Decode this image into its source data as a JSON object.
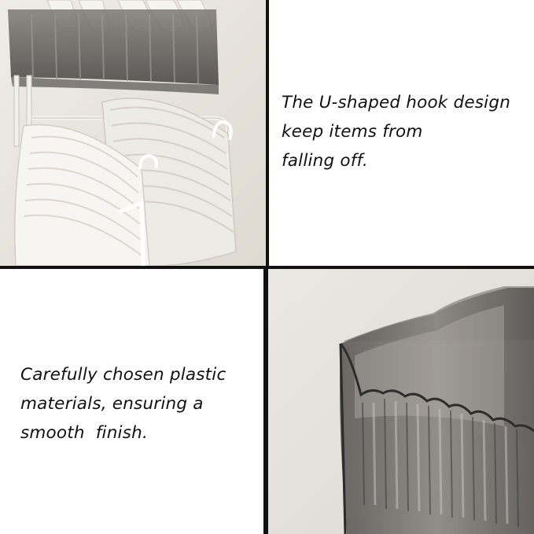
{
  "panels": {
    "top_left": {
      "image": "hanger-storage-photo"
    },
    "top_right": {
      "caption_lines": [
        "The U-shaped hook design",
        "keep items from",
        "falling off."
      ]
    },
    "bottom_left": {
      "caption_lines": [
        "Carefully chosen plastic",
        "materials, ensuring a",
        "smooth  finish."
      ]
    },
    "bottom_right": {
      "image": "smoked-plastic-basket-photo"
    }
  },
  "colors": {
    "divider": "#111111",
    "wall": "#e9e6e0",
    "basket_smoke": "#6e6a66",
    "hanger_white": "#f3f1ec"
  }
}
